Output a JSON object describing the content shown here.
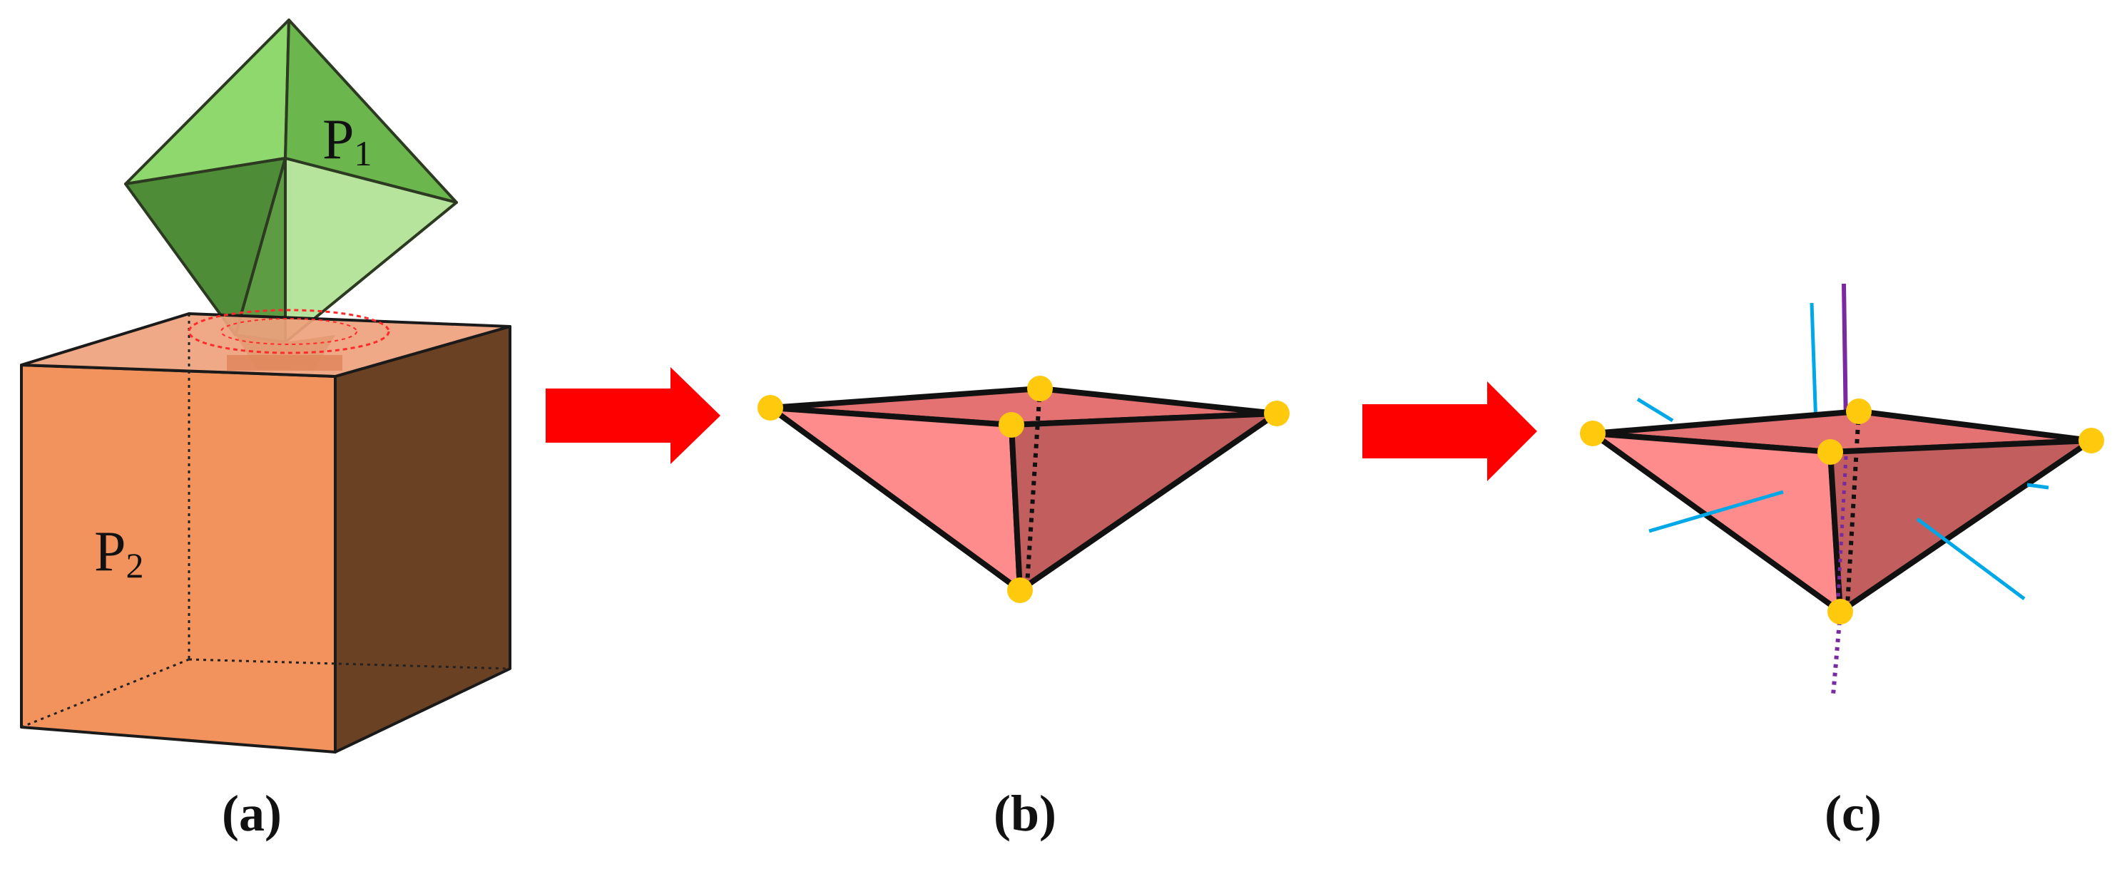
{
  "panels": [
    {
      "id": "a",
      "caption": "(a)"
    },
    {
      "id": "b",
      "caption": "(b)"
    },
    {
      "id": "c",
      "caption": "(c)"
    }
  ],
  "labels": {
    "p1": {
      "letter": "P",
      "subscript": "1"
    },
    "p2": {
      "letter": "P",
      "subscript": "2"
    }
  },
  "colors": {
    "octahedron_light": "#8fd86d",
    "octahedron_mid": "#6cb64e",
    "octahedron_dark": "#4e8c38",
    "octahedron_pale": "#b7e49c",
    "box_front": "#f2935e",
    "box_top": "#eea27d",
    "box_side": "#6b4124",
    "tetra_left": "#ff8c8c",
    "tetra_right": "#c25e5e",
    "tetra_top": "#e47272",
    "vertex": "#ffc90e",
    "arrow": "#ff0000",
    "ray_blue": "#00a8e8",
    "ray_purple": "#7a2aa0",
    "intersection_ring": "#ff2a2a"
  }
}
